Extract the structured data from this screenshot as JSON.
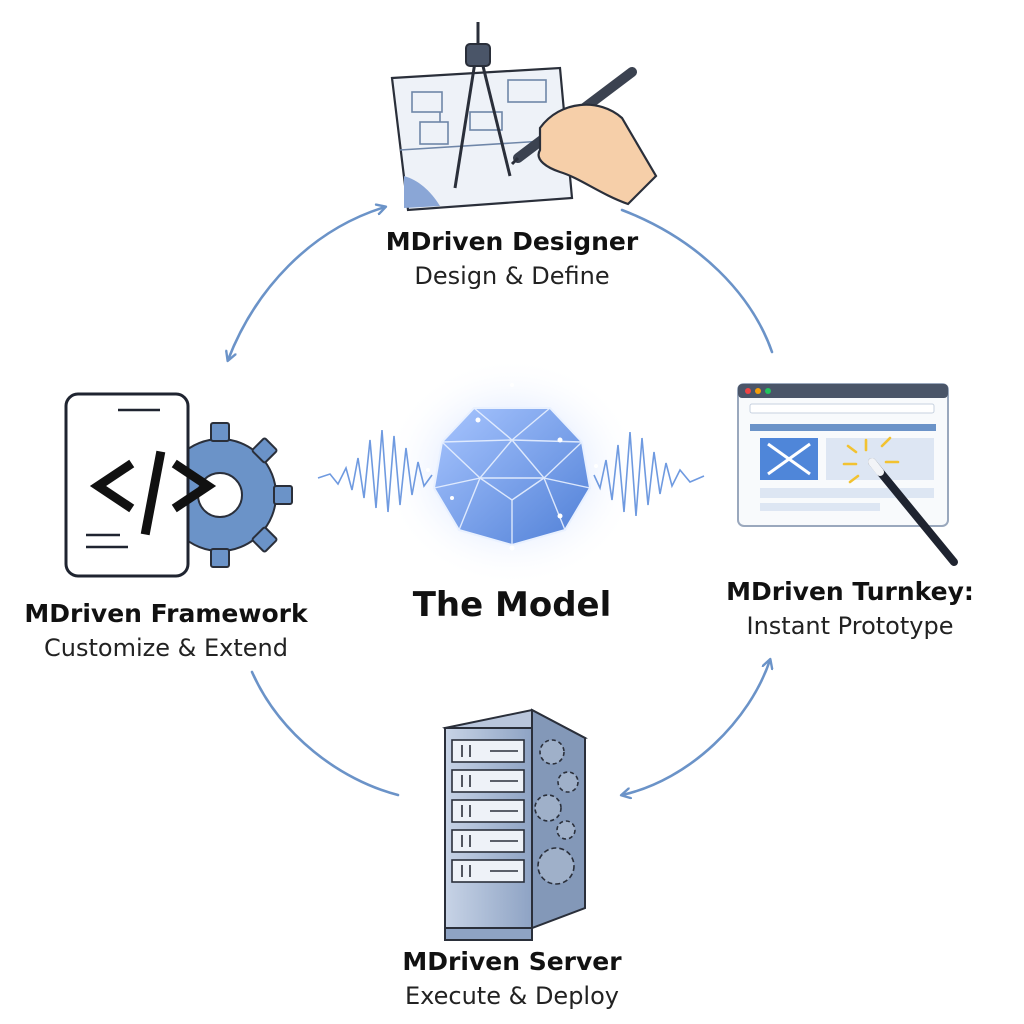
{
  "center": {
    "title": "The Model",
    "icon": "crystal-gem-icon"
  },
  "nodes": [
    {
      "id": "designer",
      "title": "MDriven Designer",
      "subtitle": "Design & Define",
      "icon": "blueprint-hand-pen-icon"
    },
    {
      "id": "turnkey",
      "title": "MDriven Turnkey:",
      "subtitle": "Instant Prototype",
      "icon": "browser-magic-wand-icon"
    },
    {
      "id": "server",
      "title": "MDriven Server",
      "subtitle": "Execute & Deploy",
      "icon": "server-gears-icon"
    },
    {
      "id": "framework",
      "title": "MDriven Framework",
      "subtitle": "Customize & Extend",
      "icon": "code-gear-icon"
    }
  ],
  "colors": {
    "accent": "#6b93c8",
    "gem": "#5f8fe0",
    "ink": "#111111",
    "panel": "#dde6f3"
  }
}
